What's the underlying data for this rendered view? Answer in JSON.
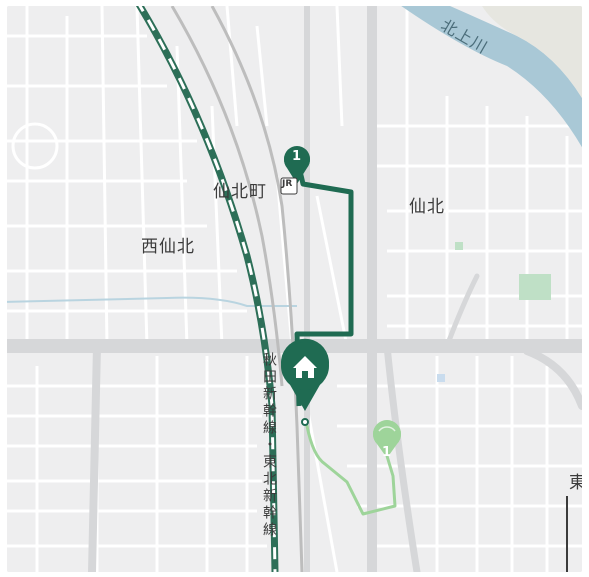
{
  "labels": {
    "river": "北上川",
    "station": "仙北町",
    "district_senboku": "仙北",
    "district_nishi_senboku": "西仙北",
    "railway": "秋田新幹線・東北新幹線",
    "edge_char": "東"
  },
  "markers": {
    "dark_pin_number": "1",
    "light_pin_number": "1",
    "station_symbol": "JR"
  },
  "icons": {
    "home_marker": "home-icon",
    "pin": "map-pin-icon",
    "station": "jr-station-icon"
  },
  "colors": {
    "route_dark": "#1f6b52",
    "route_light": "#9ed49a",
    "river": "#a9c8d6",
    "road_major": "#d6d7d9",
    "road_minor": "#ffffff",
    "background": "#eeeeef",
    "railway_line": "#2d6f58",
    "park": "#bfe0c6"
  }
}
